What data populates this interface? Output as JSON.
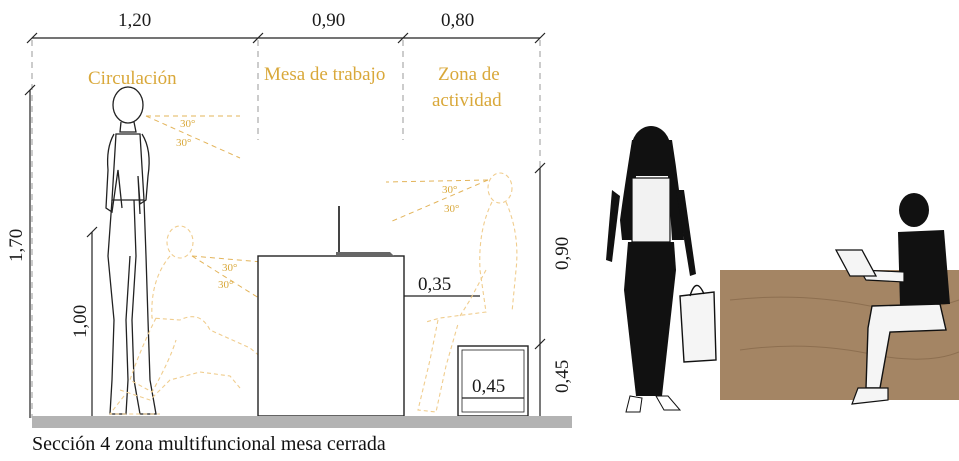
{
  "top_dimensions": [
    "1,20",
    "0,90",
    "0,80"
  ],
  "zones": {
    "circulation": "Circulación",
    "work_table": "Mesa de trabajo",
    "activity_line1": "Zona de",
    "activity_line2": "actividad"
  },
  "left_dimensions": {
    "total_height": "1,70",
    "table_height": "1,00"
  },
  "right_dimensions": {
    "upper": "0,90",
    "lower": "0,45"
  },
  "inner_dimensions": {
    "gap": "0,35",
    "box_width": "0,45"
  },
  "angles": {
    "standing_up": "30°",
    "standing_down": "30°",
    "crouch_up": "30°",
    "crouch_down": "30°",
    "seated_up": "30°",
    "seated_down": "30°"
  },
  "caption": "Sección 4 zona multifuncional mesa cerrada",
  "colors": {
    "zone_label": "#d9a83a",
    "ground": "#b3b3b3",
    "bench_wood": "#a48564"
  }
}
